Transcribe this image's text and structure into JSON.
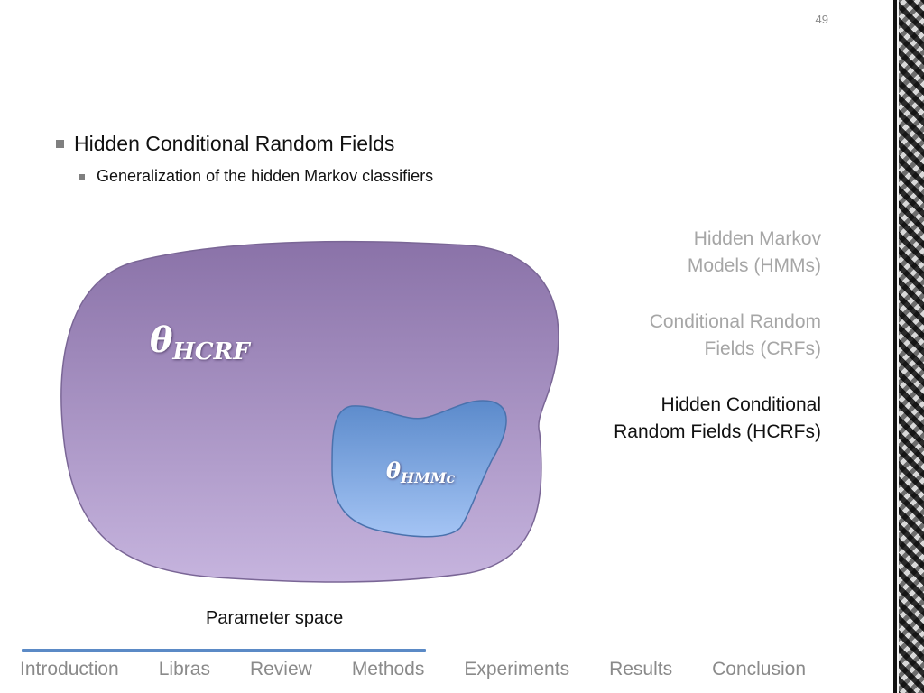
{
  "slide": {
    "page_number": "49"
  },
  "bullets": {
    "level1": "Hidden Conditional Random Fields",
    "level2": "Generalization of the hidden Markov classifiers"
  },
  "diagram": {
    "outer_region_label": {
      "symbol": "θ",
      "subscript": "HCRF"
    },
    "inner_region_label": {
      "symbol": "θ",
      "subscript": "HMMc"
    },
    "caption": "Parameter space",
    "colors": {
      "outer_top": "#8a72a8",
      "outer_bottom": "#c6b4de",
      "inner_top": "#5b8acb",
      "inner_bottom": "#a4c4f4"
    }
  },
  "side_labels": [
    {
      "line1": "Hidden Markov",
      "line2": "Models (HMMs)",
      "state": "dim"
    },
    {
      "line1": "Conditional Random",
      "line2": "Fields (CRFs)",
      "state": "dim"
    },
    {
      "line1": "Hidden Conditional",
      "line2": "Random Fields (HCRFs)",
      "state": "active"
    }
  ],
  "navigation": {
    "items": [
      "Introduction",
      "Libras",
      "Review",
      "Methods",
      "Experiments",
      "Results",
      "Conclusion"
    ],
    "accent_color": "#5b8ac6"
  }
}
